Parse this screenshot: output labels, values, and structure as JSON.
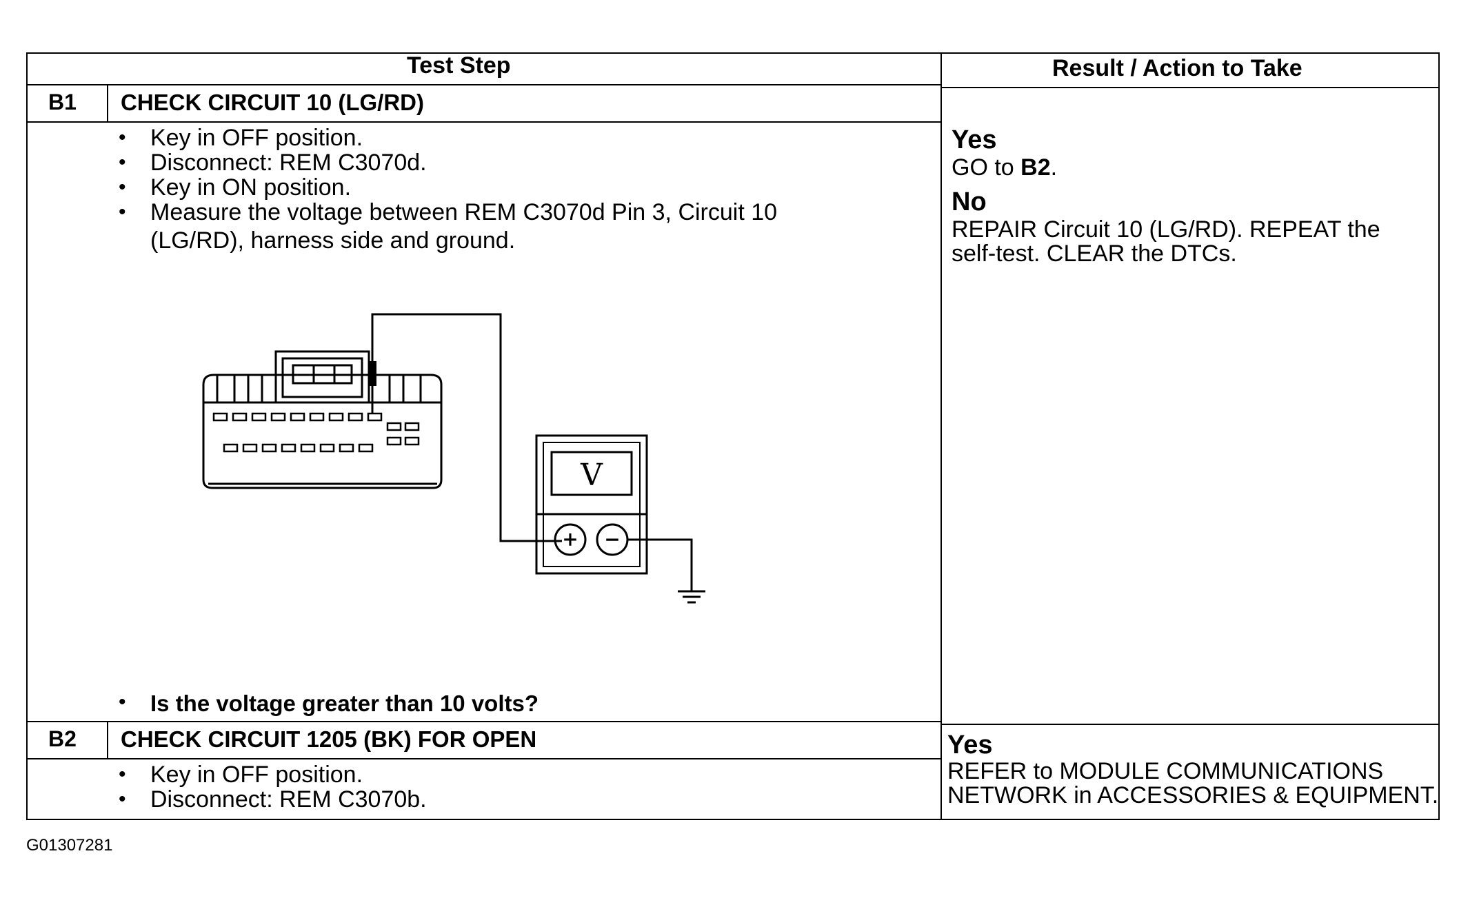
{
  "header": {
    "test_step": "Test Step",
    "result_action": "Result / Action to Take"
  },
  "steps": [
    {
      "id": "B1",
      "title": "CHECK CIRCUIT 10 (LG/RD)",
      "bullets": [
        "Key in OFF position.",
        "Disconnect: REM C3070d.",
        "Key in ON position.",
        "Measure the voltage between REM C3070d Pin 3, Circuit 10",
        "(LG/RD), harness side and ground."
      ],
      "question": "Is the voltage greater than 10 volts?",
      "results": [
        {
          "label": "Yes",
          "pre": "GO to ",
          "bold": "B2",
          "post": "."
        },
        {
          "label": "No",
          "line1": "REPAIR Circuit 10 (LG/RD). REPEAT the",
          "line2": "self-test. CLEAR the DTCs."
        }
      ]
    },
    {
      "id": "B2",
      "title": "CHECK CIRCUIT 1205 (BK) FOR OPEN",
      "bullets": [
        "Key in OFF position.",
        "Disconnect: REM C3070b."
      ],
      "results": [
        {
          "label": "Yes",
          "line1": "REFER to MODULE COMMUNICATIONS",
          "line2": "NETWORK in ACCESSORIES & EQUIPMENT."
        }
      ]
    }
  ],
  "diagram": {
    "meter_symbol": "V",
    "plus": "+",
    "minus": "−"
  },
  "footer": {
    "code": "G01307281"
  }
}
